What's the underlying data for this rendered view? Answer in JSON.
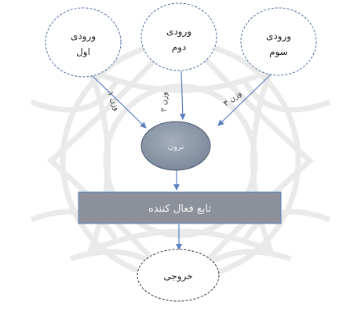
{
  "inputs": [
    {
      "line1": "ورودی",
      "line2": "اول"
    },
    {
      "line1": "ورودی",
      "line2": "دوم"
    },
    {
      "line1": "ورودی",
      "line2": "سوم"
    }
  ],
  "weights": [
    "وزن ۱",
    "وزن ۲",
    "وزن ۳"
  ],
  "neuron_label": "نرون",
  "activation_label": "تابع فعال کننده",
  "output_label": "خروجی",
  "colors": {
    "arrow": "#5b7fbf",
    "node_border": "#4a6aa5",
    "neuron_fill": "#8b97a8",
    "function_fill": "#8c9199",
    "watermark": "#dadada"
  }
}
